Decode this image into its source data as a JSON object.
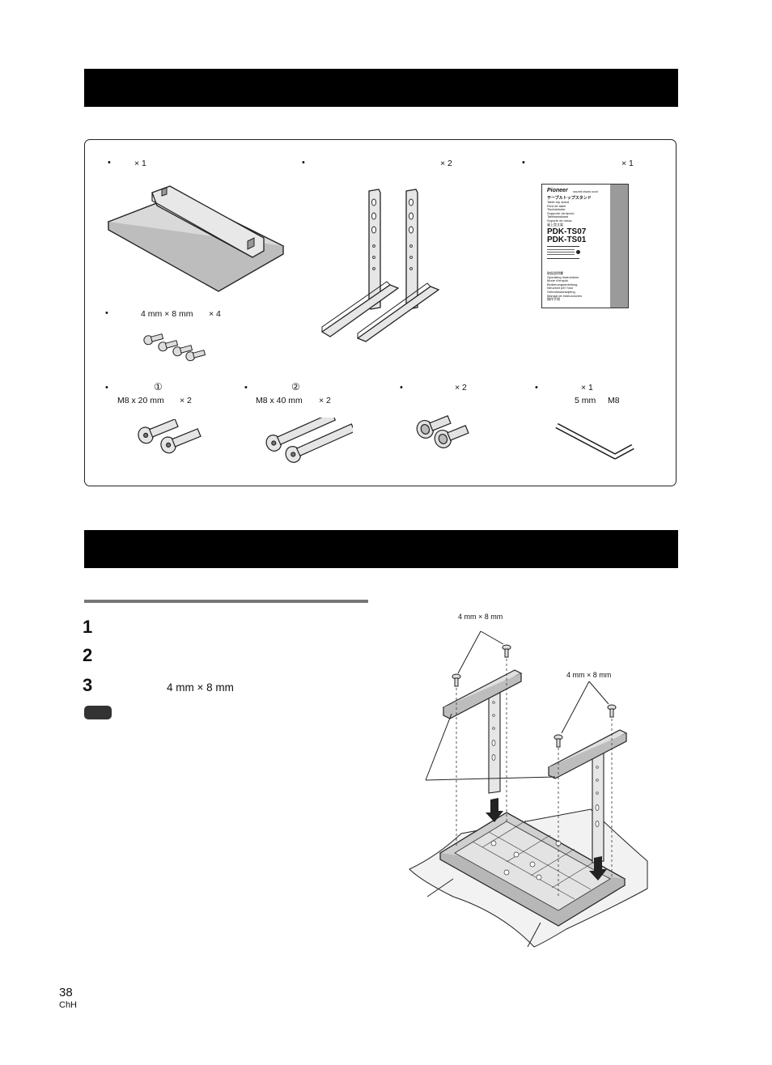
{
  "parts": {
    "base": {
      "qty": "× 1"
    },
    "posts": {
      "qty": "× 2"
    },
    "manual": {
      "qty": "× 1",
      "brand": "Pioneer",
      "brand_tag": "sound.vision.soul",
      "title_ja": "テーブルトップスタンド",
      "lines": [
        "Table top stand",
        "Pied de table",
        "Tischständer",
        "Supporto da tavolo",
        "Tafelstandaard",
        "Soporte de mesa",
        "桌上型立架"
      ],
      "model1": "PDK-TS07",
      "model2": "PDK-TS01",
      "ops_lines": [
        "取扱説明書",
        "Operating Instructions",
        "Mode d'emploi",
        "Bedienungsanleitung",
        "Istruzioni per l'uso",
        "Gebruiksaanwijzing",
        "Manual de instrucciones",
        "操作手冊"
      ]
    },
    "small_screws": {
      "spec": "4 mm × 8 mm",
      "qty": "× 4"
    },
    "bolt1": {
      "marker": "①",
      "spec": "M8 x 20 mm",
      "qty": "× 2"
    },
    "bolt2": {
      "marker": "②",
      "spec": "M8 x 40 mm",
      "qty": "× 2"
    },
    "washer_bolts": {
      "qty": "× 2"
    },
    "hex_key": {
      "qty": "× 1",
      "spec": "5 mm",
      "size": "M8"
    }
  },
  "steps": [
    {
      "num": "1",
      "text": ""
    },
    {
      "num": "2",
      "text": ""
    },
    {
      "num": "3",
      "text": "4 mm × 8 mm"
    }
  ],
  "diagram": {
    "screw_label_left": "4 mm × 8 mm",
    "screw_label_right": "4 mm × 8 mm"
  },
  "page": {
    "number": "38",
    "lang": "ChH"
  }
}
